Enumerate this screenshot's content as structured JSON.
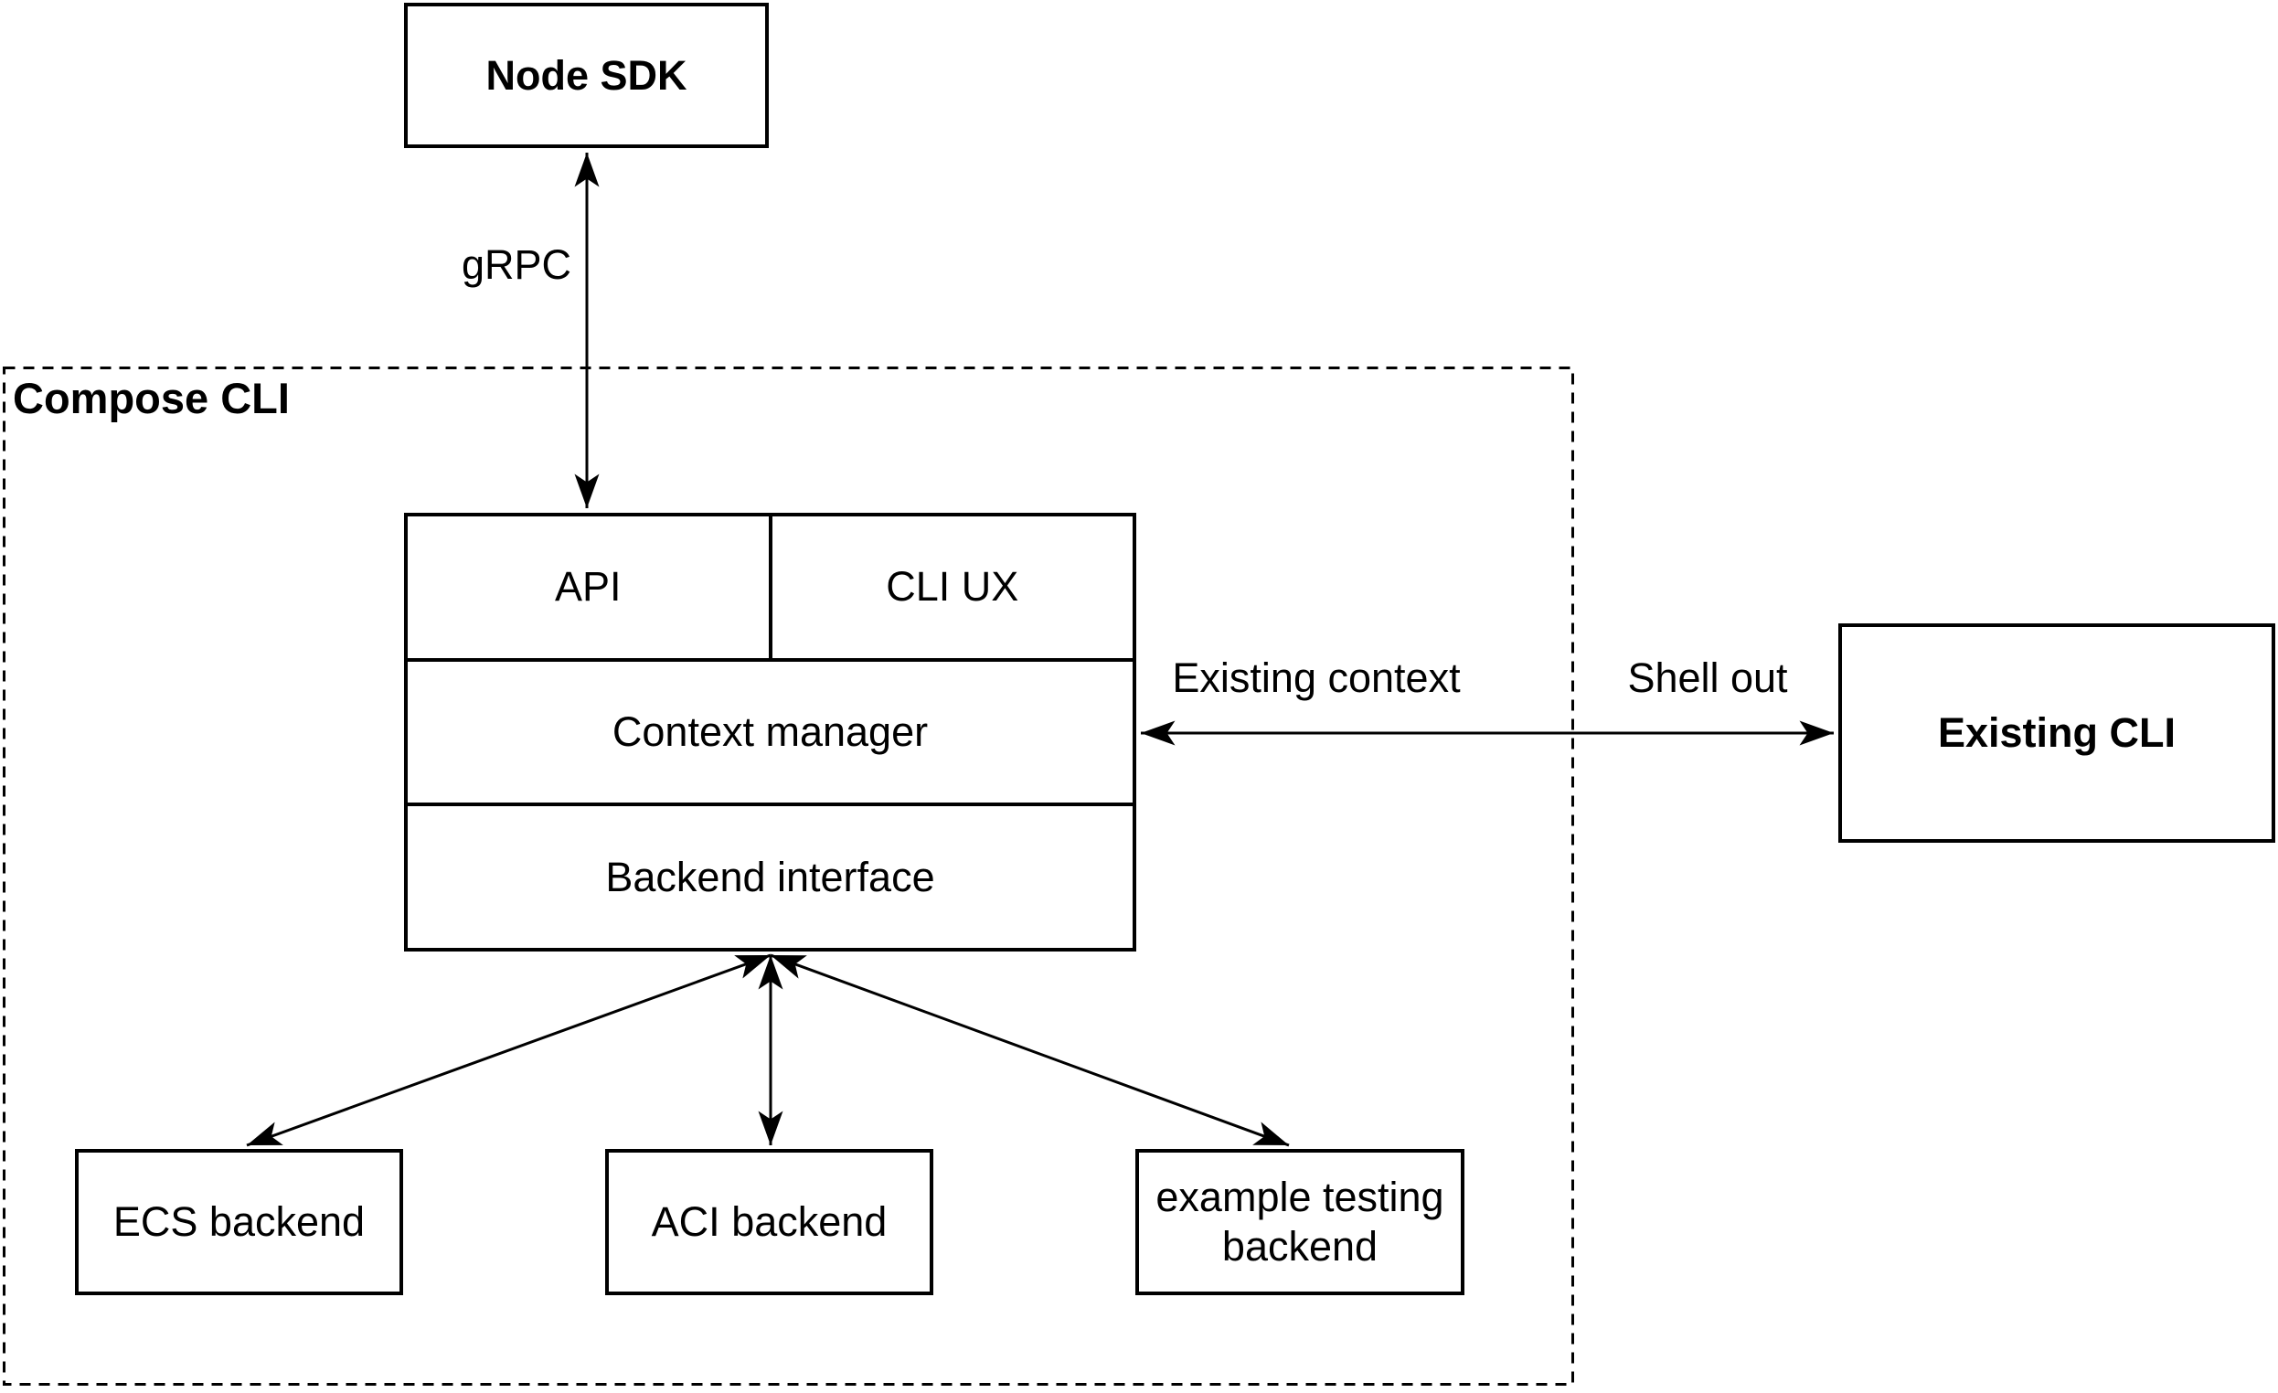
{
  "nodes": {
    "node_sdk": "Node SDK",
    "compose_cli_group": "Compose CLI",
    "api": "API",
    "cli_ux": "CLI UX",
    "context_manager": "Context manager",
    "backend_interface": "Backend interface",
    "backends": [
      "ECS backend",
      "ACI backend",
      "example testing backend"
    ],
    "existing_cli": "Existing CLI"
  },
  "edges": {
    "grpc": "gRPC",
    "existing_context": "Existing context",
    "shell_out": "Shell out"
  },
  "colors": {
    "line": "#000000",
    "text": "#000000",
    "background": "#ffffff"
  }
}
